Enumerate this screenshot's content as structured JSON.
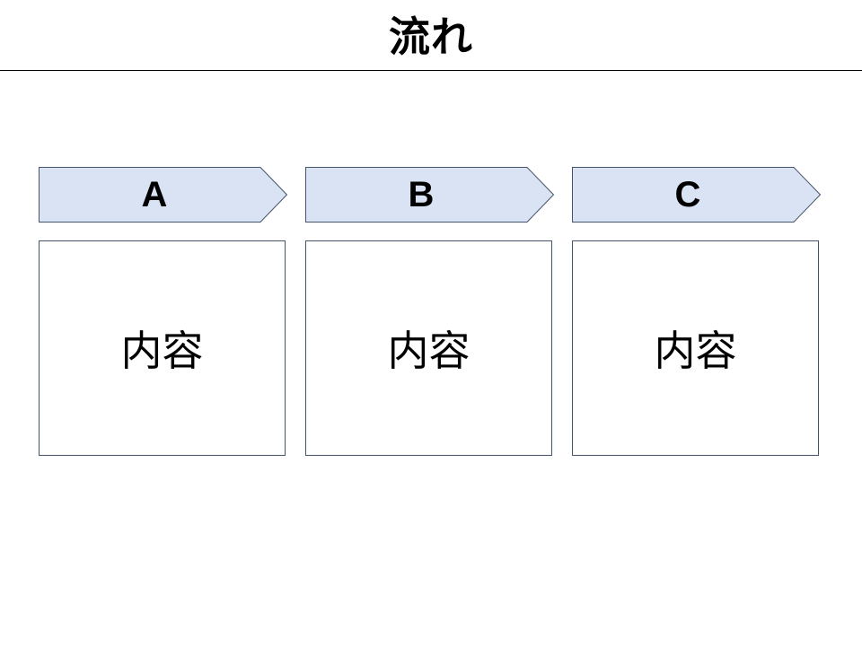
{
  "title": "流れ",
  "colors": {
    "chevron_fill": "#dae3f3",
    "chevron_stroke": "#44546a",
    "box_stroke": "#44546a",
    "text": "#000000"
  },
  "stages": [
    {
      "label": "A",
      "content": "内容"
    },
    {
      "label": "B",
      "content": "内容"
    },
    {
      "label": "C",
      "content": "内容"
    }
  ]
}
